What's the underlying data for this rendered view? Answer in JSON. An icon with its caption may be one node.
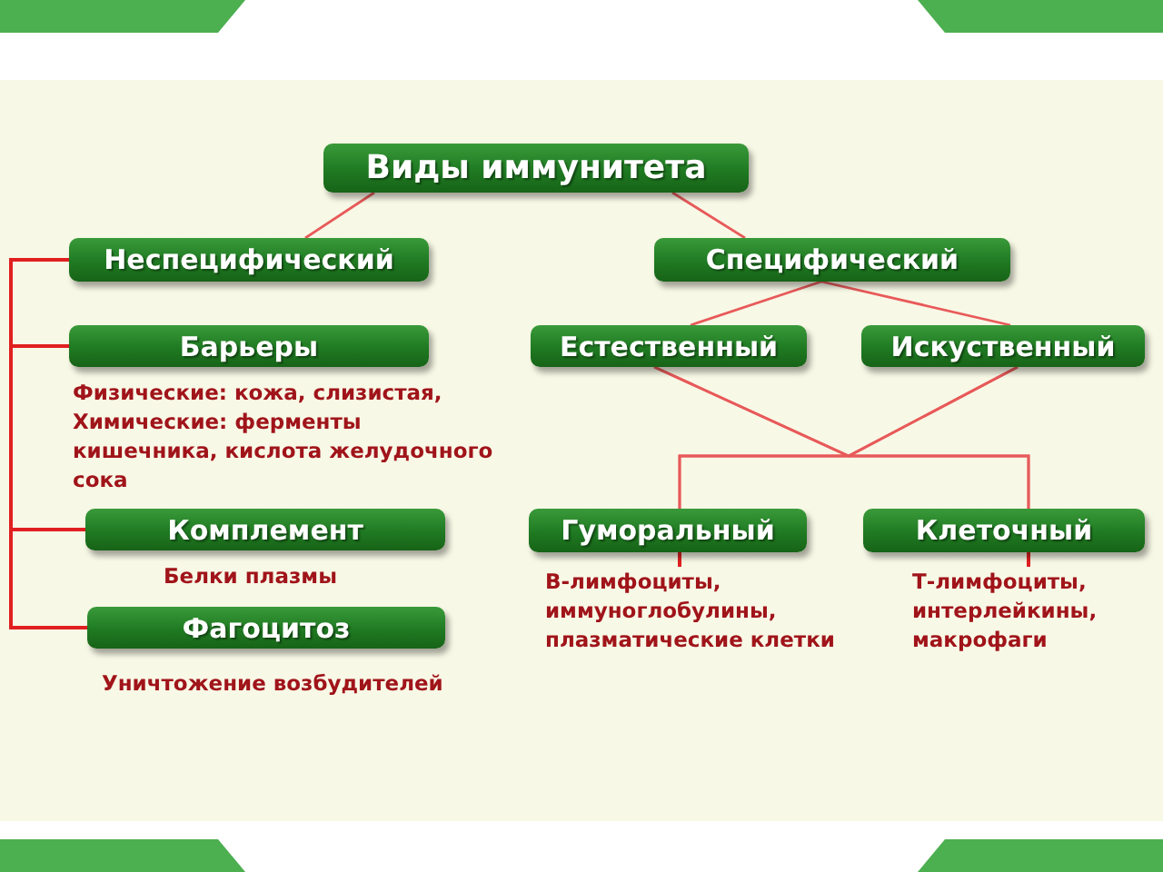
{
  "diagram": {
    "nodes": [
      {
        "text": [
          "Виды иммунитета"
        ]
      },
      {
        "text": [
          "Неспецифический"
        ]
      },
      {
        "text": [
          "Специфический"
        ]
      },
      {
        "text": [
          "Барьеры"
        ],
        "beside": [
          "Физические: кожа, слизистая, Химические: ферменты кишечника, кислота желудочного сока"
        ]
      },
      {
        "text": [
          "Естественный"
        ]
      },
      {
        "text": [
          "Искуственный"
        ]
      },
      {
        "text": [
          "Комплемент"
        ],
        "beside": [
          "Белки плазмы"
        ]
      },
      {
        "text": [
          "Гуморальный"
        ],
        "beside": [
          "В-лимфоциты, иммуноглобулины, плазматические клетки"
        ]
      },
      {
        "text": [
          "Клеточный"
        ],
        "beside": [
          "Т-лимфоциты, интерлейкины, макрофаги"
        ]
      },
      {
        "text": [
          "Фагоцитоз"
        ],
        "beside": [
          "Уничтожение возбудителей"
        ]
      }
    ],
    "edges": [
      {
        "from": 0,
        "to": 1,
        "arrow": "none"
      },
      {
        "from": 0,
        "to": 2,
        "arrow": "none"
      },
      {
        "from": 1,
        "to": 3,
        "arrow": "none"
      },
      {
        "from": 1,
        "to": 6,
        "arrow": "none"
      },
      {
        "from": 1,
        "to": 9,
        "arrow": "none"
      },
      {
        "from": 2,
        "to": 4,
        "arrow": "none"
      },
      {
        "from": 2,
        "to": 5,
        "arrow": "none"
      },
      {
        "from": 4,
        "to": 7,
        "arrow": "none"
      },
      {
        "from": 4,
        "to": 8,
        "arrow": "none"
      },
      {
        "from": 5,
        "to": 7,
        "arrow": "none"
      },
      {
        "from": 5,
        "to": 8,
        "arrow": "none"
      }
    ]
  }
}
